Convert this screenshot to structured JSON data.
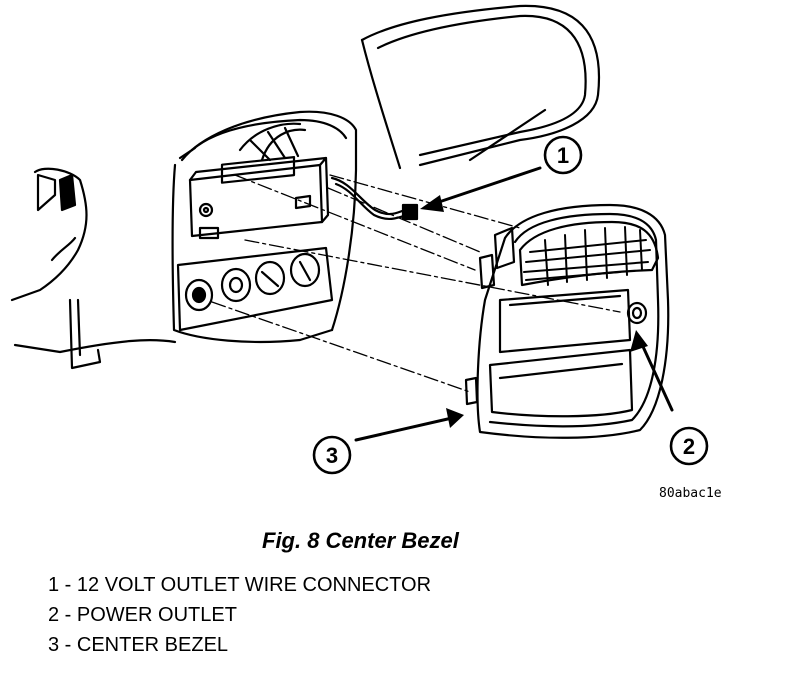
{
  "callouts": [
    {
      "number": "1"
    },
    {
      "number": "2"
    },
    {
      "number": "3"
    }
  ],
  "image_code": "80abac1e",
  "caption": "Fig. 8 Center Bezel",
  "legend": [
    "1 - 12 VOLT OUTLET WIRE CONNECTOR",
    "2 - POWER OUTLET",
    "3 - CENTER BEZEL"
  ]
}
